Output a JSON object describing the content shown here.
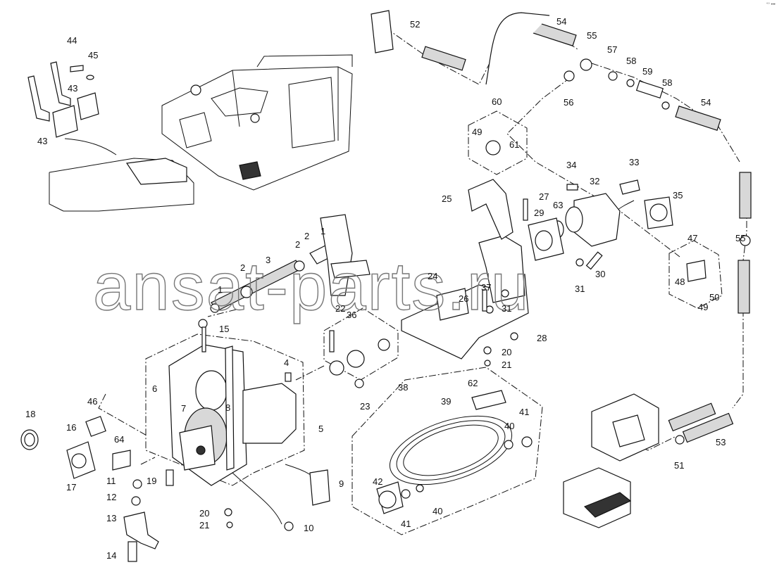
{
  "watermark": "ansat-parts.ru",
  "corner_mark": "°° •••",
  "callouts": [
    "1",
    "1",
    "2",
    "2",
    "2",
    "3",
    "4",
    "5",
    "6",
    "7",
    "8",
    "9",
    "10",
    "11",
    "12",
    "13",
    "14",
    "15",
    "16",
    "17",
    "18",
    "19",
    "20",
    "20",
    "21",
    "21",
    "22",
    "23",
    "24",
    "25",
    "26",
    "27",
    "28",
    "29",
    "30",
    "31",
    "31",
    "32",
    "33",
    "34",
    "35",
    "36",
    "37",
    "38",
    "39",
    "40",
    "40",
    "41",
    "41",
    "42",
    "43",
    "43",
    "44",
    "45",
    "46",
    "47",
    "48",
    "49",
    "49",
    "50",
    "51",
    "52",
    "53",
    "54",
    "54",
    "55",
    "55",
    "56",
    "57",
    "58",
    "58",
    "59",
    "60",
    "61",
    "62",
    "63",
    "64"
  ]
}
